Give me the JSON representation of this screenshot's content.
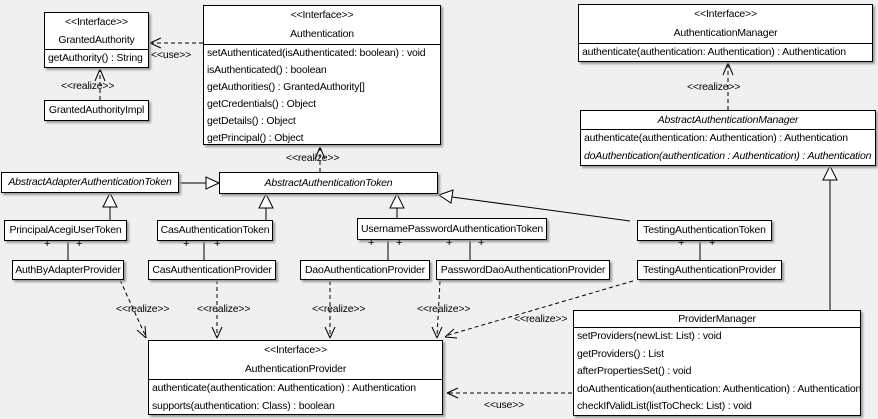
{
  "labels": {
    "use": "&lt;&lt;use&gt;&gt;",
    "realize": "&lt;&lt;realize&gt;&gt;",
    "plus": "+"
  },
  "label_text": {
    "use": "<<use>>",
    "realize": "<<realize>>",
    "plus": "+"
  },
  "classes": {
    "grantedAuthority": {
      "stereotype": "<<Interface>>",
      "name": "GrantedAuthority",
      "methods": [
        "getAuthority() : String"
      ]
    },
    "grantedAuthorityImpl": {
      "name": "GrantedAuthorityImpl"
    },
    "authentication": {
      "stereotype": "<<Interface>>",
      "name": "Authentication",
      "methods": [
        "setAuthenticated(isAuthenticated: boolean) : void",
        "isAuthenticated() : boolean",
        "getAuthorities() : GrantedAuthority[]",
        "getCredentials() : Object",
        "getDetails() : Object",
        "getPrincipal() : Object"
      ]
    },
    "authenticationManager": {
      "stereotype": "<<Interface>>",
      "name": "AuthenticationManager",
      "methods": [
        "authenticate(authentication: Authentication) : Authentication"
      ]
    },
    "abstractAuthenticationManager": {
      "name": "AbstractAuthenticationManager",
      "methods": [
        "authenticate(authentication: Authentication) : Authentication",
        "doAuthentication(authentication : Authentication) : Authentication"
      ]
    },
    "abstractAdapterAuthenticationToken": {
      "name": "AbstractAdapterAuthenticationToken"
    },
    "abstractAuthenticationToken": {
      "name": "AbstractAuthenticationToken"
    },
    "principalAcegiUserToken": {
      "name": "PrincipalAcegiUserToken"
    },
    "casAuthenticationToken": {
      "name": "CasAuthenticationToken"
    },
    "usernamePasswordAuthenticationToken": {
      "name": "UsernamePasswordAuthenticationToken"
    },
    "testingAuthenticationToken": {
      "name": "TestingAuthenticationToken"
    },
    "authByAdapterProvider": {
      "name": "AuthByAdapterProvider"
    },
    "casAuthenticationProvider": {
      "name": "CasAuthenticationProvider"
    },
    "daoAuthenticationProvider": {
      "name": "DaoAuthenticationProvider"
    },
    "passwordDaoAuthenticationProvider": {
      "name": "PasswordDaoAuthenticationProvider"
    },
    "testingAuthenticationProvider": {
      "name": "TestingAuthenticationProvider"
    },
    "providerManager": {
      "name": "ProviderManager",
      "methods": [
        "setProviders(newList: List) : void",
        "getProviders() : List",
        "afterPropertiesSet() : void",
        "doAuthentication(authentication: Authentication) : Authentication",
        "checkIfValidList(listToCheck: List) : void"
      ]
    },
    "authenticationProvider": {
      "stereotype": "<<Interface>>",
      "name": "AuthenticationProvider",
      "methods": [
        "authenticate(authentication: Authentication) : Authentication",
        "supports(authentication: Class) : boolean"
      ]
    }
  },
  "colors": {
    "background": "#f0f0f0",
    "box_fill": "#ffffff",
    "line": "#000000",
    "shadow": "#9c9c9c"
  }
}
